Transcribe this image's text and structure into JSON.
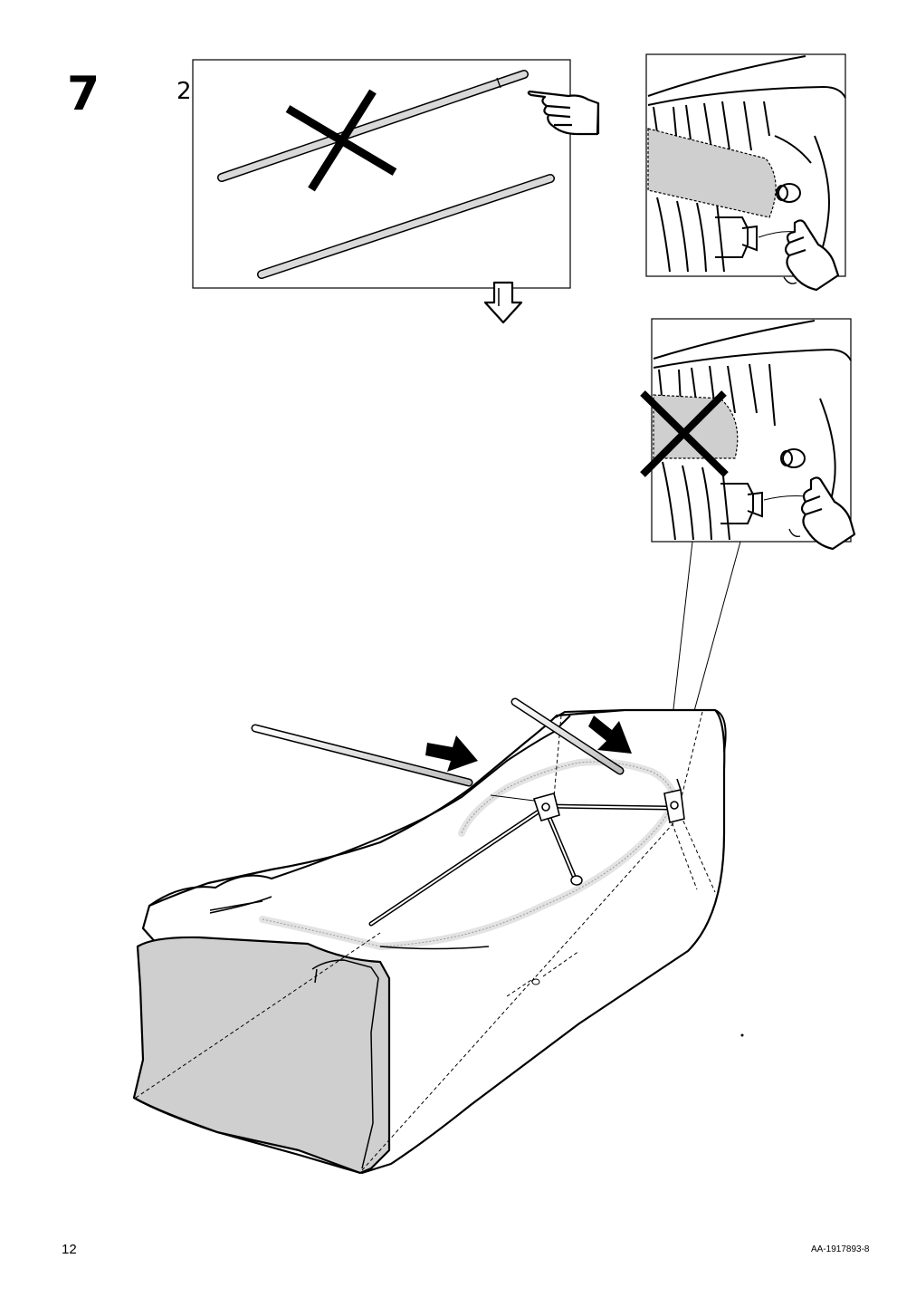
{
  "step": {
    "number": "7",
    "quantity": "2x"
  },
  "footer": {
    "page_number": "12",
    "document_code": "AA-1917893-8"
  },
  "colors": {
    "line": "#000000",
    "fill_grey": "#cfcfcf",
    "fill_light": "#e3e3e3",
    "background": "#ffffff"
  },
  "icons": [
    "pointing-hand-icon",
    "cross-mark-icon",
    "down-arrow-icon",
    "push-arrow-icon"
  ]
}
